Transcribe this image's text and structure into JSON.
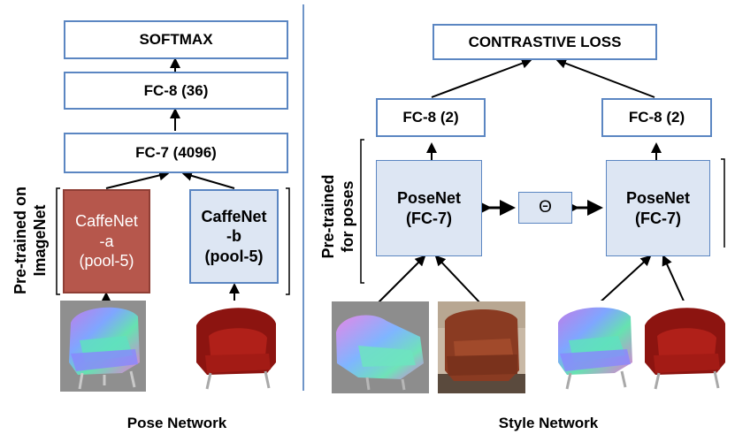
{
  "pose_network": {
    "softmax": "SOFTMAX",
    "fc8": "FC-8 (36)",
    "fc7": "FC-7 (4096)",
    "caffenet_a": [
      "CaffeNet",
      "-a",
      "(pool-5)"
    ],
    "caffenet_b": [
      "CaffeNet",
      "-b",
      "(pool-5)"
    ],
    "side_label": [
      "Pre-trained on",
      "ImageNet"
    ],
    "caption": "Pose Network"
  },
  "style_network": {
    "loss": "CONTRASTIVE LOSS",
    "fc8_left": "FC-8 (2)",
    "fc8_right": "FC-8 (2)",
    "posenet_left": [
      "PoseNet",
      "(FC-7)"
    ],
    "posenet_right": [
      "PoseNet",
      "(FC-7)"
    ],
    "theta": "Θ",
    "side_label": [
      "Pre-trained",
      "for poses"
    ],
    "caption": "Style Network"
  },
  "colors": {
    "box_border": "#5b86c2",
    "box_fill": "#dde6f3",
    "caffenet_a_fill": "#b6574c",
    "divider": "#6f95c8"
  }
}
